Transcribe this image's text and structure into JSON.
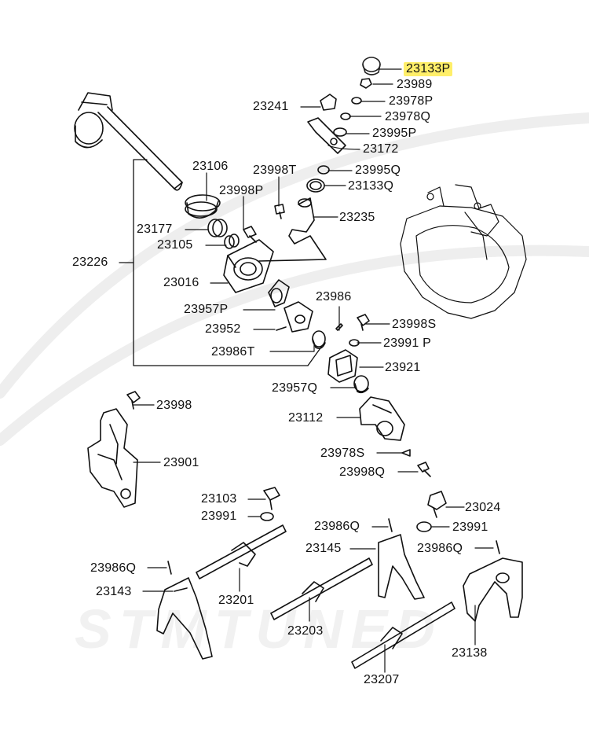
{
  "diagram": {
    "highlight_color": "#ffef6a",
    "line_color": "#111111",
    "parts": [
      {
        "id": "23133P",
        "highlighted": true
      },
      {
        "id": "23989"
      },
      {
        "id": "23978P"
      },
      {
        "id": "23978Q"
      },
      {
        "id": "23241"
      },
      {
        "id": "23995P"
      },
      {
        "id": "23172"
      },
      {
        "id": "23106"
      },
      {
        "id": "23998T"
      },
      {
        "id": "23995Q"
      },
      {
        "id": "23133Q"
      },
      {
        "id": "23998P"
      },
      {
        "id": "23235"
      },
      {
        "id": "23177"
      },
      {
        "id": "23105"
      },
      {
        "id": "23226"
      },
      {
        "id": "23016"
      },
      {
        "id": "23986"
      },
      {
        "id": "23957P"
      },
      {
        "id": "23998S"
      },
      {
        "id": "23952"
      },
      {
        "id": "23991 P"
      },
      {
        "id": "23986T"
      },
      {
        "id": "23921"
      },
      {
        "id": "23957Q"
      },
      {
        "id": "23998"
      },
      {
        "id": "23112"
      },
      {
        "id": "23978S"
      },
      {
        "id": "23901"
      },
      {
        "id": "23998Q"
      },
      {
        "id": "23103"
      },
      {
        "id": "23024"
      },
      {
        "id": "23991"
      },
      {
        "id": "23986Q"
      },
      {
        "id": "23991"
      },
      {
        "id": "23145"
      },
      {
        "id": "23986Q"
      },
      {
        "id": "23986Q"
      },
      {
        "id": "23201"
      },
      {
        "id": "23143"
      },
      {
        "id": "23203"
      },
      {
        "id": "23138"
      },
      {
        "id": "23207"
      }
    ]
  }
}
